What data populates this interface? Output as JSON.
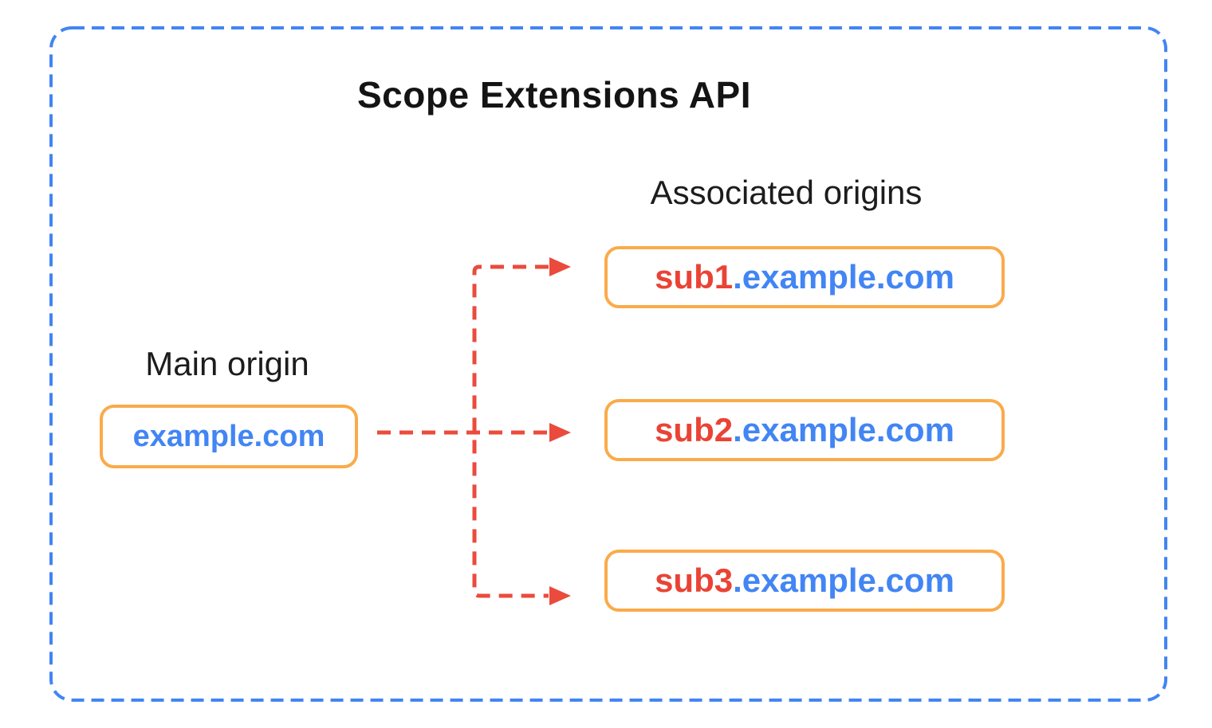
{
  "diagram": {
    "title": "Scope Extensions API",
    "main_origin": {
      "label": "Main origin",
      "domain": "example.com"
    },
    "associated_origins": {
      "label": "Associated origins",
      "items": [
        {
          "prefix": "sub1",
          "suffix": ".example.com"
        },
        {
          "prefix": "sub2",
          "suffix": ".example.com"
        },
        {
          "prefix": "sub3",
          "suffix": ".example.com"
        }
      ]
    },
    "colors": {
      "boundary_border_blue": "#4285F4",
      "origin_box_border_orange": "#FAAB4A",
      "domain_text_blue": "#4285F4",
      "subdomain_text_red": "#EA4335",
      "arrow_red": "#EB4B3C",
      "title_text": "#141414"
    }
  }
}
